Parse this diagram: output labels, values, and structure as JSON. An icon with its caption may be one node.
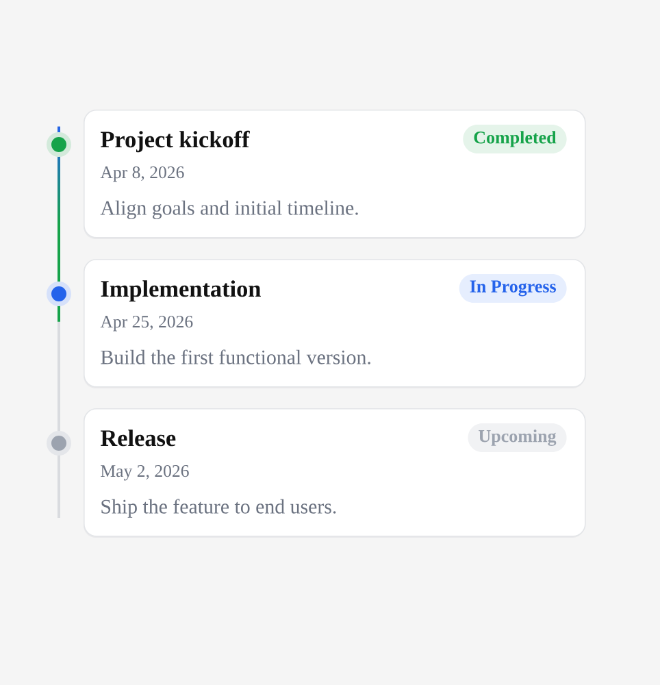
{
  "diagram": {
    "nodes": [
      {
        "text": [
          "Project kickoff",
          "Apr 8, 2026",
          "Align goals and initial timeline."
        ]
      },
      {
        "text": [
          "Completed"
        ],
        "in": 0
      },
      {
        "text": [
          "Implementation",
          "Apr 25, 2026",
          "Build the first functional version."
        ]
      },
      {
        "text": [
          "In Progress"
        ],
        "in": 2
      },
      {
        "text": [
          "Release",
          "May 2, 2026",
          "Ship the feature to end users."
        ]
      },
      {
        "text": [
          "Upcoming"
        ],
        "in": 4
      }
    ]
  }
}
